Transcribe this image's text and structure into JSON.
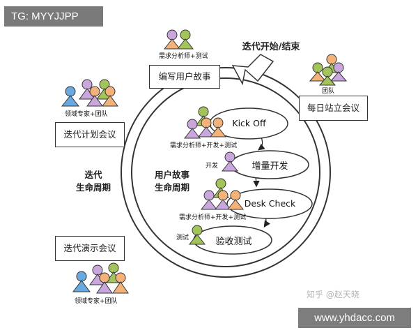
{
  "overlays": {
    "tg": "TG: MYYJJPP",
    "url": "www.yhdacc.com",
    "watermark": "知乎 @赵天晓"
  },
  "diagram": {
    "start_end_label": "迭代开始/结束",
    "outer_label": "迭代\n生命周期",
    "inner_label": "用户故事\n生命周期",
    "boxes": {
      "write_story": "编写用户故事",
      "standup": "每日站立会议",
      "planning": "迭代计划会议",
      "demo": "迭代演示会议"
    },
    "roles": {
      "write_story": "需求分析师+测试",
      "standup": "团队",
      "planning": "领域专家+团队",
      "demo": "领域专家+团队",
      "kickoff": "需求分析师+开发+测试",
      "dev": "开发",
      "deskcheck": "需求分析师+开发+测试",
      "test": "测试"
    },
    "stages": {
      "kickoff": "Kick Off",
      "dev": "增量开发",
      "deskcheck": "Desk Check",
      "test": "验收测试"
    }
  },
  "colors": {
    "person_green": "#a3c45a",
    "person_orange": "#f2b27a",
    "person_purple": "#c9a6dc",
    "person_blue": "#68a9e0",
    "outline": "#333333"
  }
}
